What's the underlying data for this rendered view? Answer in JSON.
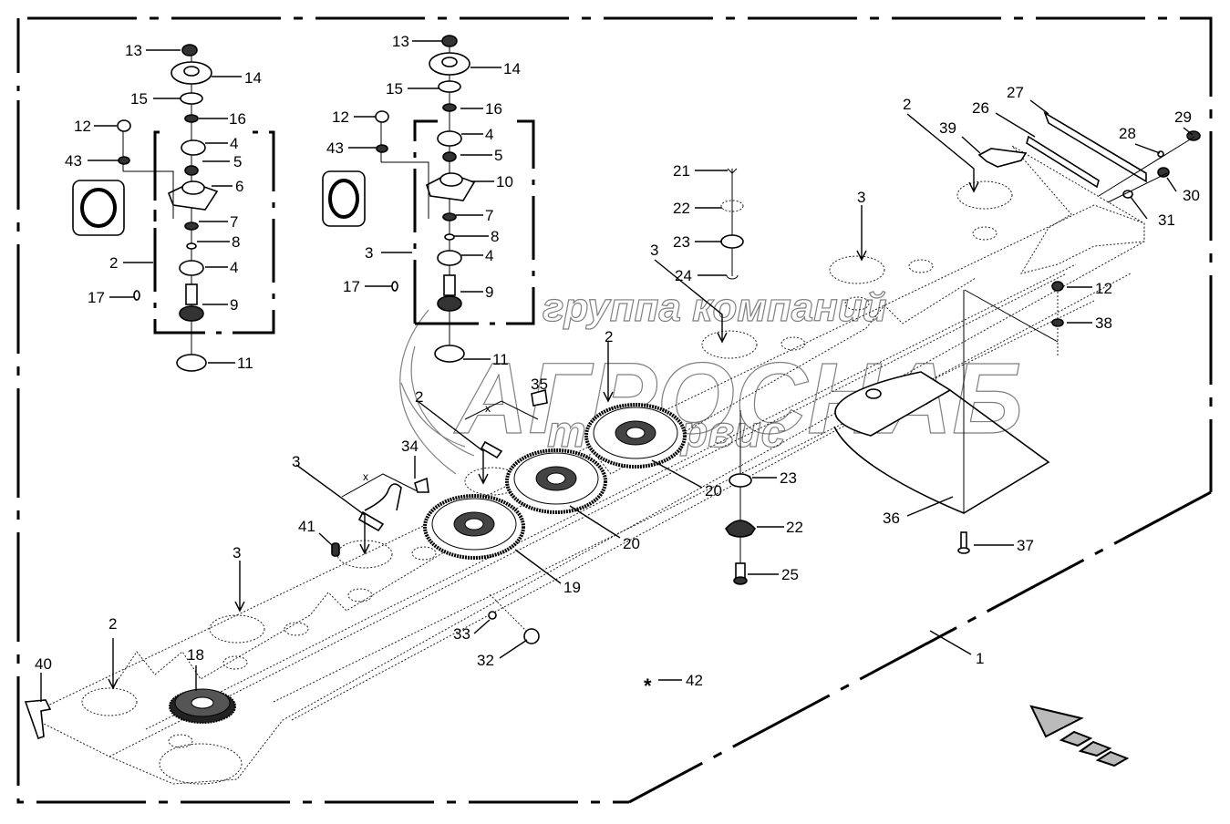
{
  "diagram": {
    "title": "Exploded parts diagram – cutter bar assembly",
    "watermark": {
      "line1": "группа компаний",
      "line2": "АГРОСНАБ",
      "line3": "техсервис"
    },
    "dimension_marker": "x",
    "direction_arrow": "travel-direction-arrow",
    "star_symbol": "*",
    "callouts": {
      "c1": "1",
      "a2": "2",
      "b2": "2",
      "c2": "2",
      "d2": "2",
      "e2": "2",
      "a3": "3",
      "b3": "3",
      "c3": "3",
      "d3": "3",
      "e3": "3",
      "a4": "4",
      "b4": "4",
      "c4": "4",
      "d4": "4",
      "a5": "5",
      "b5": "5",
      "a6": "6",
      "a7": "7",
      "b7": "7",
      "a8": "8",
      "b8": "8",
      "a9": "9",
      "b9": "9",
      "a10": "10",
      "a11": "11",
      "b11": "11",
      "a12": "12",
      "b12": "12",
      "c12": "12",
      "a13": "13",
      "b13": "13",
      "a14": "14",
      "b14": "14",
      "a15": "15",
      "b15": "15",
      "a16": "16",
      "b16": "16",
      "a17": "17",
      "b17": "17",
      "a18": "18",
      "a19": "19",
      "a20": "20",
      "b20": "20",
      "a21": "21",
      "a22": "22",
      "b22": "22",
      "a23": "23",
      "b23": "23",
      "a24": "24",
      "a25": "25",
      "a26": "26",
      "a27": "27",
      "a28": "28",
      "a29": "29",
      "a30": "30",
      "a31": "31",
      "a32": "32",
      "a33": "33",
      "a34": "34",
      "a35": "35",
      "a36": "36",
      "a37": "37",
      "a38": "38",
      "a39": "39",
      "a40": "40",
      "a41": "41",
      "a42": "42",
      "a43": "43",
      "b43": "43"
    }
  }
}
